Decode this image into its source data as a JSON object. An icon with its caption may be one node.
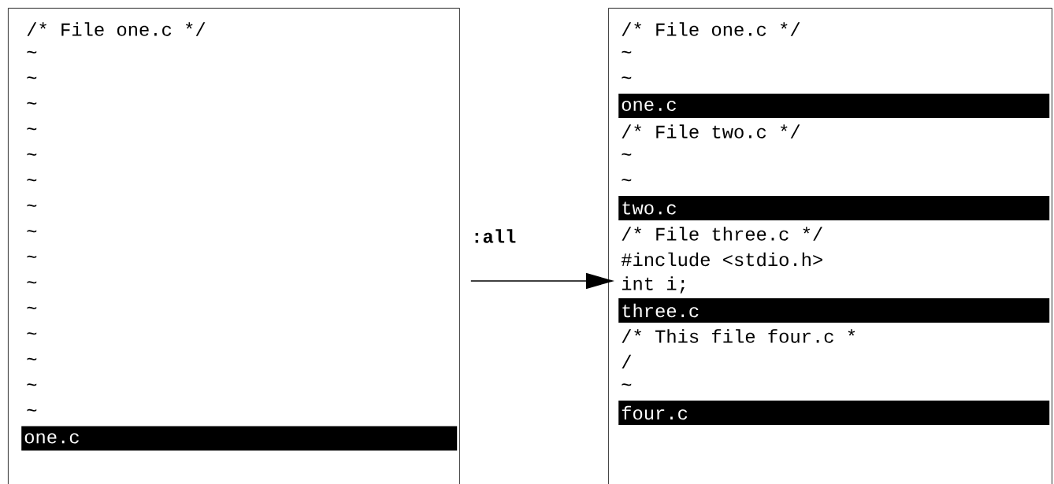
{
  "diagram": {
    "nodes": [
      {
        "text": [
          "/* File one.c */",
          "~",
          "~",
          "~",
          "~",
          "~",
          "~",
          "~",
          "~",
          "~",
          "~",
          "~",
          "~",
          "~",
          "~",
          "~"
        ]
      },
      {
        "text": [
          "one.c"
        ],
        "in": 0
      },
      {
        "text": [
          "/* File one.c */",
          "~",
          "~",
          "/* File two.c */",
          "~",
          "~",
          "/* File three.c */",
          "#include <stdio.h>",
          "int i;",
          "/* This file four.c *",
          "/",
          "~"
        ]
      },
      {
        "text": [
          "one.c"
        ],
        "in": 2
      },
      {
        "text": [
          "two.c"
        ],
        "in": 2
      },
      {
        "text": [
          "three.c"
        ],
        "in": 2
      },
      {
        "text": [
          "four.c"
        ],
        "in": 2
      }
    ],
    "edges": [
      {
        "from": 0,
        "to": 2,
        "arrow": "to",
        "label": ":all"
      }
    ]
  }
}
